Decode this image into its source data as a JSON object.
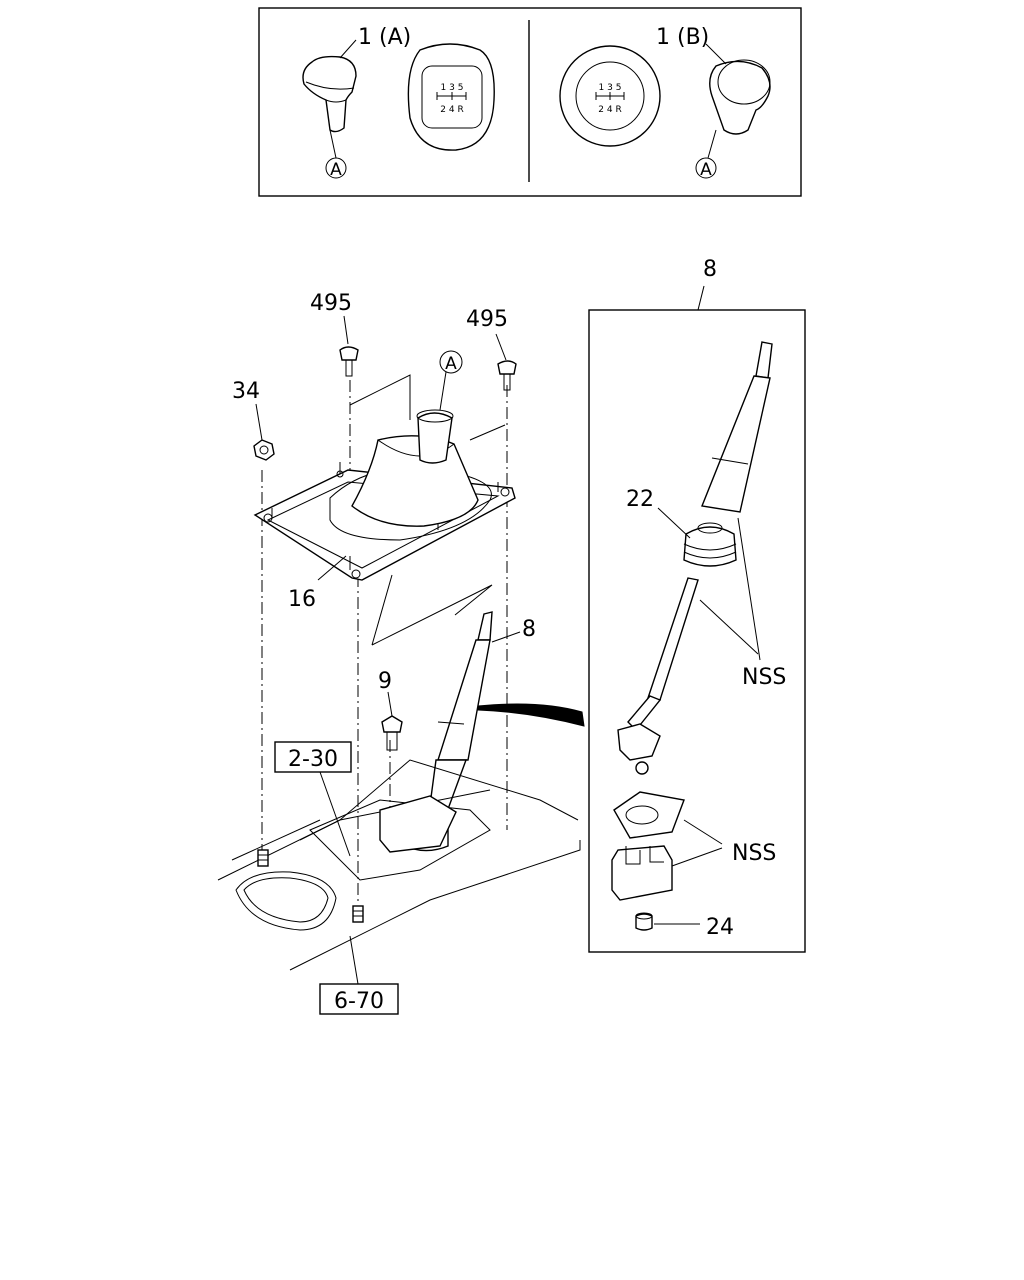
{
  "knob_panel": {
    "left_label": "1 (A)",
    "right_label": "1 (B)",
    "ref_circle": "A",
    "shift_pattern": {
      "top": "1 3 5",
      "bottom": "2 4 R"
    }
  },
  "main": {
    "labels": {
      "bolt_495_left": "495",
      "bolt_495_right": "495",
      "nut_34": "34",
      "boot_ref": "A",
      "plate_16": "16",
      "lever_8": "8",
      "bolt_9": "9",
      "ref_box_2_30": "2-30",
      "ref_box_6_70": "6-70"
    }
  },
  "detail_box": {
    "title": "8",
    "labels": {
      "boot_22": "22",
      "nss_upper": "NSS",
      "nss_lower": "NSS",
      "bush_24": "24"
    }
  }
}
